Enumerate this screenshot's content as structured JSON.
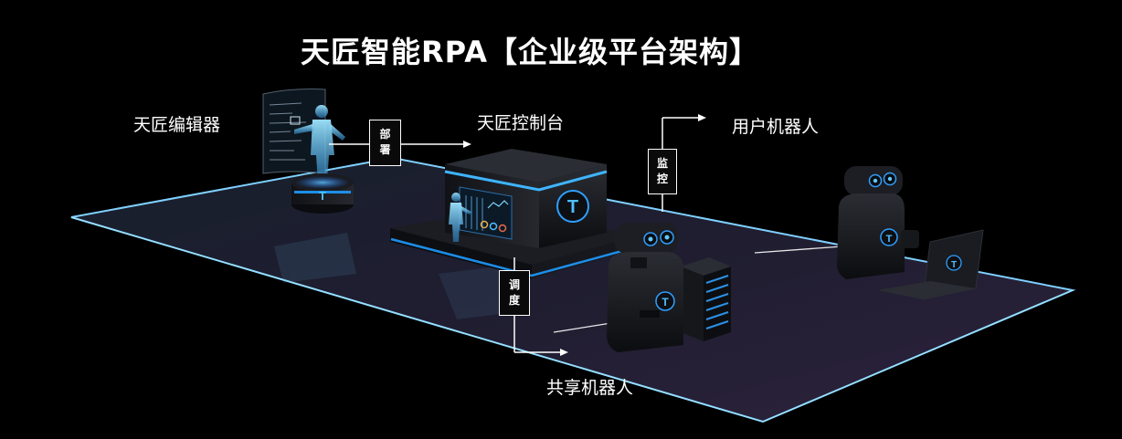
{
  "title": "天匠智能RPA【企业级平台架构】",
  "nodes": {
    "editor": "天匠编辑器",
    "console": "天匠控制台",
    "user_robot": "用户机器人",
    "shared_robot": "共享机器人"
  },
  "edges": {
    "deploy": "部署",
    "monitor": "监控",
    "schedule": "调度"
  },
  "logo_letter": "T",
  "colors": {
    "background": "#000000",
    "accent_blue": "#1e9bff",
    "floor_edge": "#7fd0ff",
    "text": "#ffffff"
  }
}
